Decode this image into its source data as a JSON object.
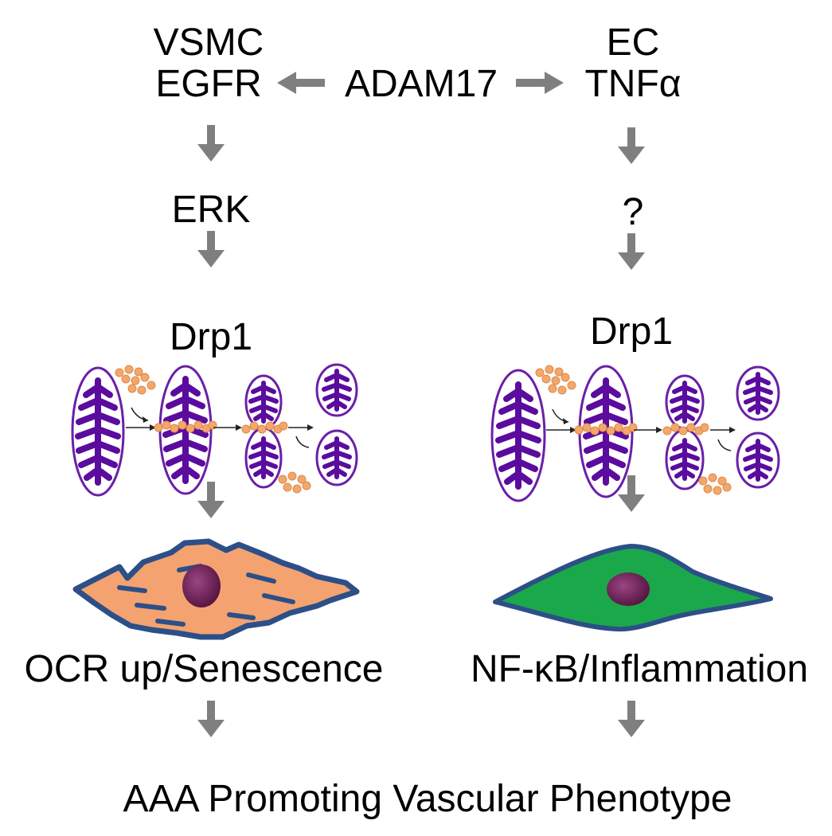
{
  "center": {
    "label": "ADAM17"
  },
  "left": {
    "cell_type": "VSMC",
    "receptor": "EGFR",
    "kinase": "ERK",
    "effector": "Drp1",
    "outcome": "OCR up/Senescence",
    "cell_color": "#F4A270"
  },
  "right": {
    "cell_type": "EC",
    "ligand": "TNFα",
    "unknown": "?",
    "effector": "Drp1",
    "outcome": "NF-κB/Inflammation",
    "cell_color": "#1BA84A"
  },
  "bottom": {
    "label": "AAA Promoting Vascular Phenotype"
  },
  "colors": {
    "arrow": "#7F7F7F",
    "mitochondria": "#5B0C9E",
    "mito_outline": "#6A1FA8",
    "vesicle": "#F3A86B",
    "cell_outline": "#2C4F88",
    "nucleus": "#6D1E52"
  }
}
